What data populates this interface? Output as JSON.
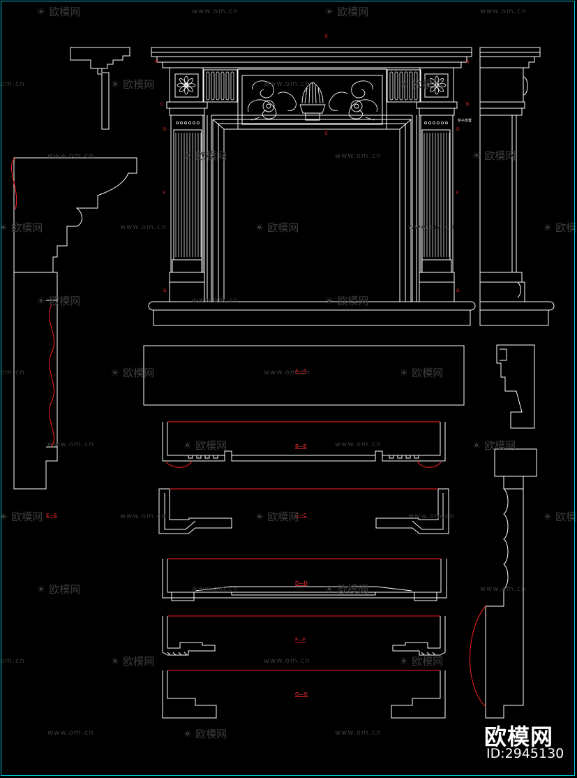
{
  "drawing": {
    "section_labels": {
      "a_a": "A—A",
      "b_b": "B—B",
      "c_c": "C—C",
      "d_d": "D—D",
      "e_e": "E—E",
      "f_f": "F—F",
      "g_g": "G—G"
    },
    "elevation_marks": {
      "top": "E",
      "mid": "E",
      "left": [
        "A",
        "C",
        "D",
        "F",
        "G"
      ],
      "right": [
        "A",
        "B",
        "D",
        "F",
        "G"
      ]
    },
    "callout": "炉子放置",
    "colors": {
      "line": "#ffffff",
      "section": "#ff2020",
      "watermark": "#3c3c3c",
      "frame": "#00c8d8"
    }
  },
  "watermark": {
    "brand": "欧模网",
    "url": "www.om.cn",
    "cn": "om.cn",
    "big_brand": "欧模网",
    "id": "ID:2945130"
  }
}
